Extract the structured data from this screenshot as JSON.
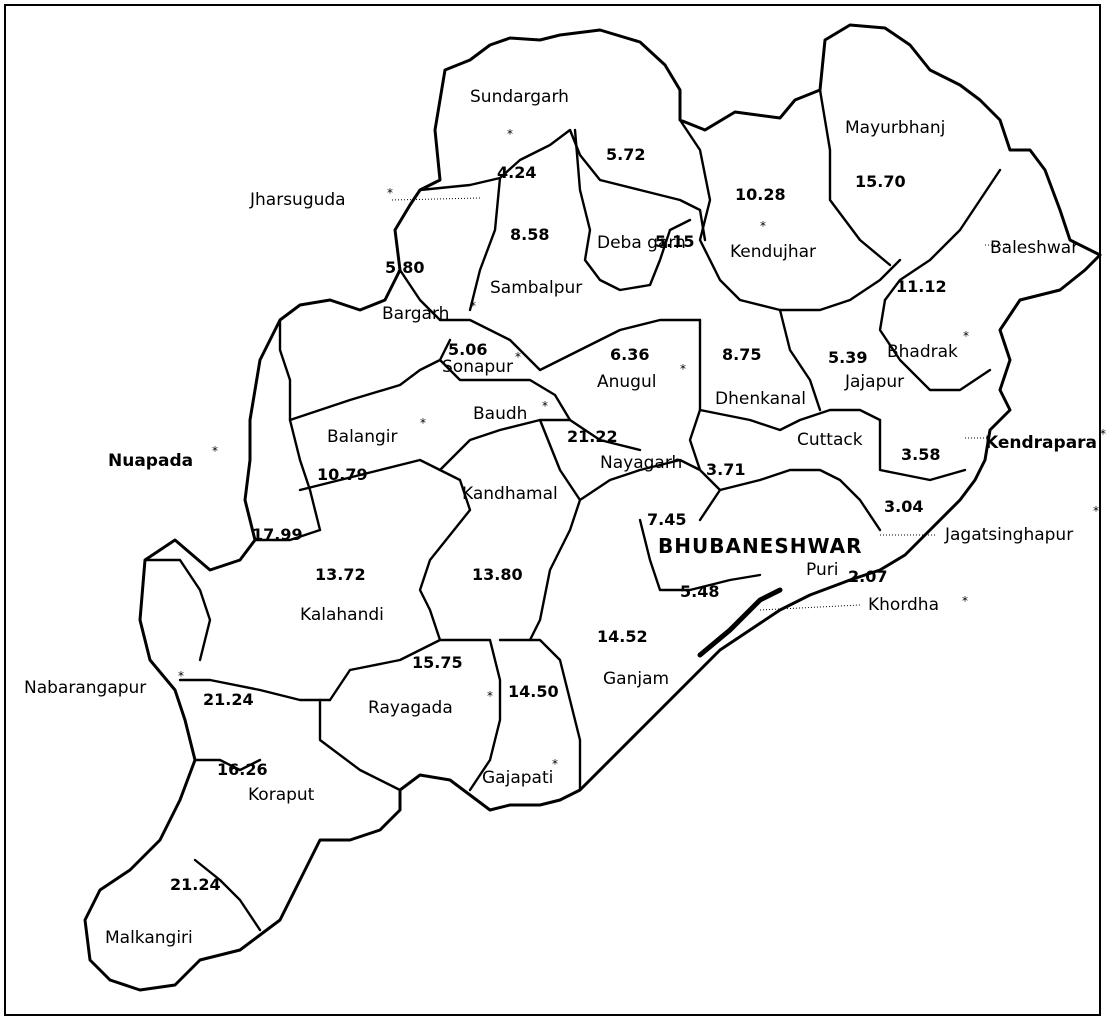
{
  "districts": [
    {
      "key": "sundargarh",
      "name": "Sundargarh",
      "value": "5.72"
    },
    {
      "key": "mayurbhanj",
      "name": "Mayurbhanj",
      "value": "15.70"
    },
    {
      "key": "jharsuguda",
      "name": "Jharsuguda",
      "value": "4.24"
    },
    {
      "key": "kendujhar",
      "name": "Kendujhar",
      "value": "10.28"
    },
    {
      "key": "sambalpur",
      "name": "Sambalpur",
      "value": "8.58"
    },
    {
      "key": "debagarh",
      "name": "Deba garh",
      "value": "5.15"
    },
    {
      "key": "baleshwar",
      "name": "Baleshwar",
      "value": "11.12"
    },
    {
      "key": "bargarh",
      "name": "Bargarh",
      "value": "5.80"
    },
    {
      "key": "bhadrak",
      "name": "Bhadrak",
      "value": ""
    },
    {
      "key": "sonapur",
      "name": "Sonapur",
      "value": "5.06"
    },
    {
      "key": "anugul",
      "name": "Anugul",
      "value": "6.36"
    },
    {
      "key": "dhenkanal",
      "name": "Dhenkanal",
      "value": "8.75"
    },
    {
      "key": "jajapur",
      "name": "Jajapur",
      "value": "5.39"
    },
    {
      "key": "baudh",
      "name": "Baudh",
      "value": "21.22"
    },
    {
      "key": "balangir",
      "name": "Balangir",
      "value": "10.79"
    },
    {
      "key": "nuapada",
      "name": "Nuapada",
      "value": "17.99"
    },
    {
      "key": "kendrapara",
      "name": "Kendrapara",
      "value": "3.58"
    },
    {
      "key": "cuttack",
      "name": "Cuttack",
      "value": "3.71"
    },
    {
      "key": "kandhamal",
      "name": "Kandhamal",
      "value": "13.80"
    },
    {
      "key": "nayagarh",
      "name": "Nayagarh",
      "value": "7.45"
    },
    {
      "key": "jagatsinghapur",
      "name": "Jagatsinghapur",
      "value": "3.04"
    },
    {
      "key": "kalahandi",
      "name": "Kalahandi",
      "value": "13.72"
    },
    {
      "key": "puri",
      "name": "Puri",
      "value": "2.07"
    },
    {
      "key": "khordha",
      "name": "Khordha",
      "value": "5.48"
    },
    {
      "key": "ganjam",
      "name": "Ganjam",
      "value": "14.52"
    },
    {
      "key": "nabarangapur",
      "name": "Nabarangapur",
      "value": "21.24"
    },
    {
      "key": "rayagada",
      "name": "Rayagada",
      "value": "15.75"
    },
    {
      "key": "gajapati",
      "name": "Gajapati",
      "value": "14.50"
    },
    {
      "key": "koraput",
      "name": "Koraput",
      "value": "16.26"
    },
    {
      "key": "malkangiri",
      "name": "Malkangiri",
      "value": "21.24"
    }
  ],
  "capital": "BHUBANESHWAR",
  "colors": {
    "ink": "#000000",
    "paper": "#ffffff"
  }
}
